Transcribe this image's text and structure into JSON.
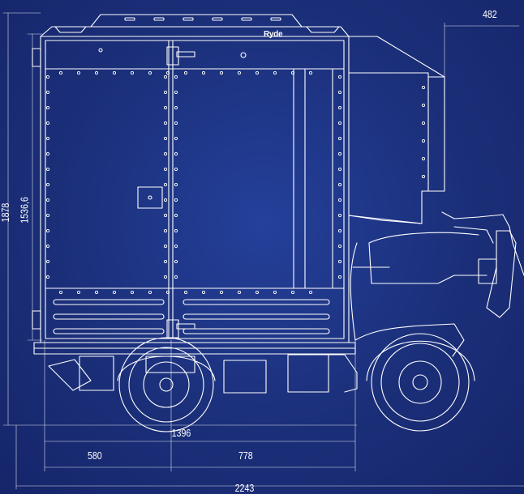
{
  "brand": {
    "logo_text": "Ryde"
  },
  "dimensions": {
    "top_right": "482",
    "height_total": "1878",
    "height_body": "1536,6",
    "wheelbase": "1396",
    "segment_left": "580",
    "segment_right": "778",
    "length_total": "2243"
  },
  "colors": {
    "background": "#1b2f79",
    "line": "#ffffff"
  }
}
